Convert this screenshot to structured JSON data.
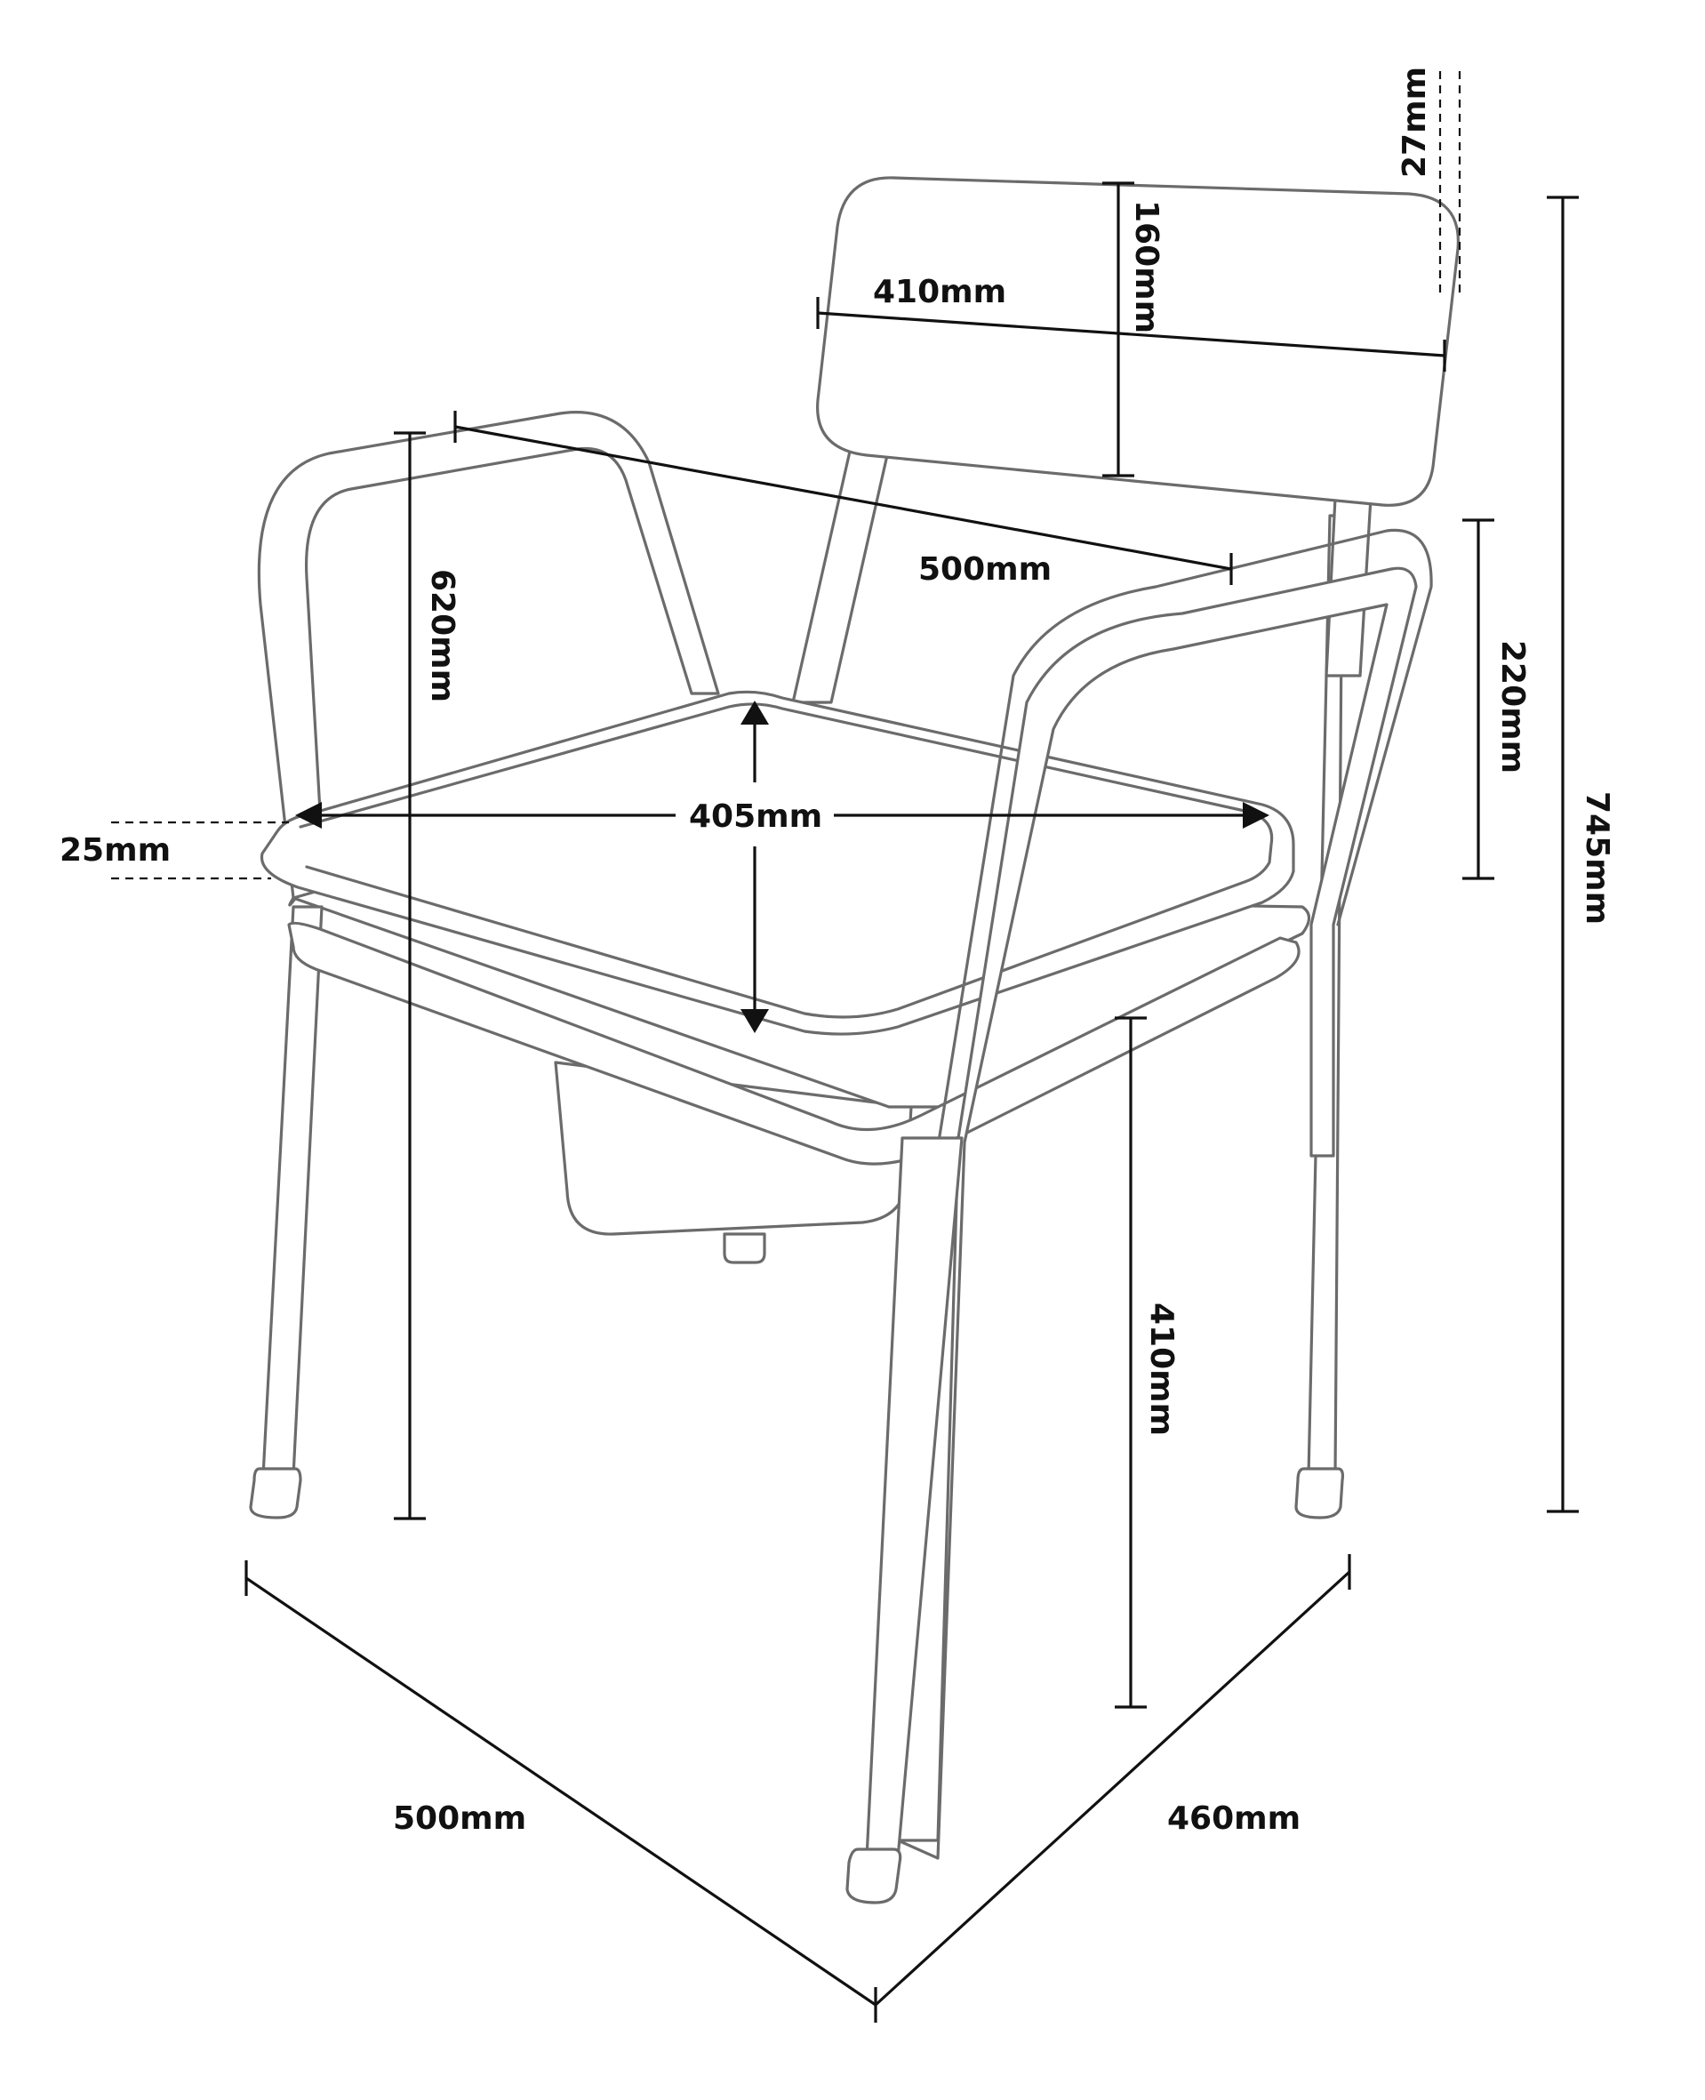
{
  "diagram": {
    "colors": {
      "frame": "#6b6b6b",
      "dimension": "#111111",
      "background": "#ffffff"
    },
    "dimensions": {
      "backrest_offset": "27mm",
      "backrest_height": "160mm",
      "backrest_width": "410mm",
      "arm_to_back_depth": "500mm",
      "total_height": "745mm",
      "armrest_height": "220mm",
      "seat_level_height": "620mm",
      "seat_thickness": "25mm",
      "seat_width": "405mm",
      "seat_height": "410mm",
      "base_width": "500mm",
      "base_depth": "460mm"
    }
  }
}
